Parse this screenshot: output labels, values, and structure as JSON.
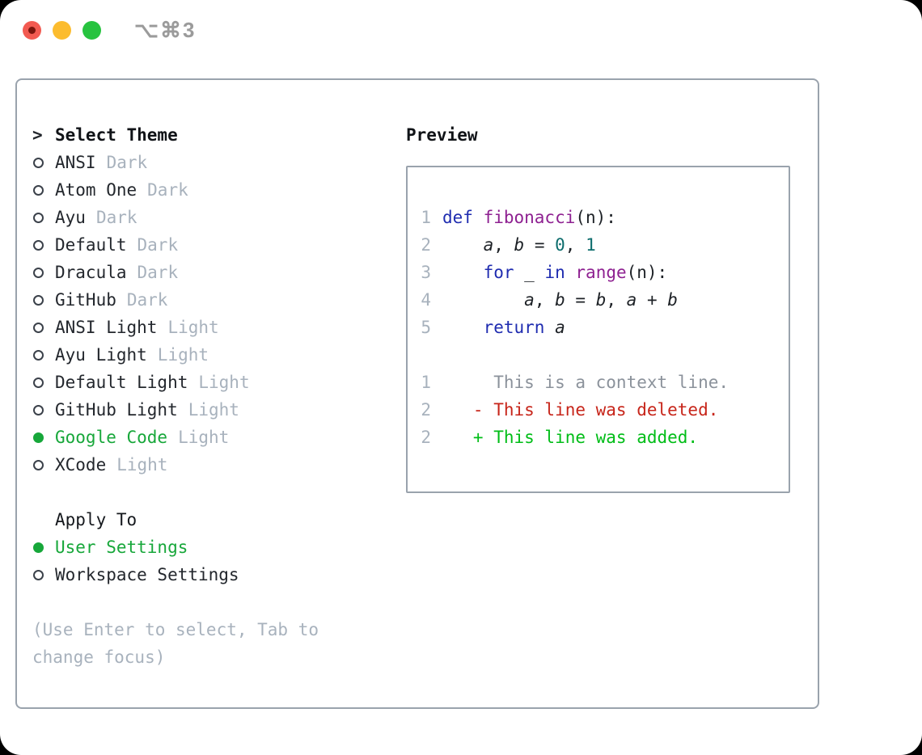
{
  "colors": {
    "selected": "#17a73a",
    "keyword": "#1f2cb0",
    "function": "#8e2191",
    "number": "#0d6d6d",
    "context": "#8b929b",
    "deleted": "#c7251a",
    "added": "#00bd17",
    "muted": "#a8b2bd",
    "border": "#9aa3ad",
    "traffic_red": "#f25a51",
    "traffic_yellow": "#fcbc2e",
    "traffic_green": "#27c33f"
  },
  "titlebar": {
    "title": "⌥⌘3"
  },
  "theme_list": {
    "prompt": ">",
    "header": "Select Theme",
    "items": [
      {
        "name": "ANSI",
        "variant": "Dark",
        "selected": false
      },
      {
        "name": "Atom One",
        "variant": "Dark",
        "selected": false
      },
      {
        "name": "Ayu",
        "variant": "Dark",
        "selected": false
      },
      {
        "name": "Default",
        "variant": "Dark",
        "selected": false
      },
      {
        "name": "Dracula",
        "variant": "Dark",
        "selected": false
      },
      {
        "name": "GitHub",
        "variant": "Dark",
        "selected": false
      },
      {
        "name": "ANSI Light",
        "variant": "Light",
        "selected": false
      },
      {
        "name": "Ayu Light",
        "variant": "Light",
        "selected": false
      },
      {
        "name": "Default Light",
        "variant": "Light",
        "selected": false
      },
      {
        "name": "GitHub Light",
        "variant": "Light",
        "selected": false
      },
      {
        "name": "Google Code",
        "variant": "Light",
        "selected": true
      },
      {
        "name": "XCode",
        "variant": "Light",
        "selected": false
      }
    ]
  },
  "apply_to": {
    "header": "Apply To",
    "options": [
      {
        "label": "User Settings",
        "selected": true
      },
      {
        "label": "Workspace Settings",
        "selected": false
      }
    ]
  },
  "hint": {
    "text": "(Use Enter to select, Tab to change focus)"
  },
  "preview": {
    "header": "Preview",
    "code_lines": [
      {
        "num": "1",
        "tokens": [
          {
            "t": "def ",
            "c": "kw"
          },
          {
            "t": "fibonacci",
            "c": "fn"
          },
          {
            "t": "(n):",
            "c": "pl"
          }
        ]
      },
      {
        "num": "2",
        "tokens": [
          {
            "t": "    ",
            "c": "pl"
          },
          {
            "t": "a",
            "c": "var"
          },
          {
            "t": ", ",
            "c": "pl"
          },
          {
            "t": "b",
            "c": "var"
          },
          {
            "t": " = ",
            "c": "pl"
          },
          {
            "t": "0",
            "c": "num"
          },
          {
            "t": ", ",
            "c": "pl"
          },
          {
            "t": "1",
            "c": "num"
          }
        ]
      },
      {
        "num": "3",
        "tokens": [
          {
            "t": "    ",
            "c": "pl"
          },
          {
            "t": "for",
            "c": "kw"
          },
          {
            "t": " _ ",
            "c": "pl"
          },
          {
            "t": "in",
            "c": "kw"
          },
          {
            "t": " ",
            "c": "pl"
          },
          {
            "t": "range",
            "c": "fn"
          },
          {
            "t": "(n):",
            "c": "pl"
          }
        ]
      },
      {
        "num": "4",
        "tokens": [
          {
            "t": "        ",
            "c": "pl"
          },
          {
            "t": "a",
            "c": "var"
          },
          {
            "t": ", ",
            "c": "pl"
          },
          {
            "t": "b",
            "c": "var"
          },
          {
            "t": " = ",
            "c": "pl"
          },
          {
            "t": "b",
            "c": "var"
          },
          {
            "t": ", ",
            "c": "pl"
          },
          {
            "t": "a",
            "c": "var"
          },
          {
            "t": " + ",
            "c": "pl"
          },
          {
            "t": "b",
            "c": "var"
          }
        ]
      },
      {
        "num": "5",
        "tokens": [
          {
            "t": "    ",
            "c": "pl"
          },
          {
            "t": "return",
            "c": "kw"
          },
          {
            "t": " ",
            "c": "pl"
          },
          {
            "t": "a",
            "c": "var"
          }
        ]
      },
      {
        "num": "",
        "tokens": []
      },
      {
        "num": "1",
        "tokens": [
          {
            "t": "     This is a context line.",
            "c": "ctx"
          }
        ]
      },
      {
        "num": "2",
        "tokens": [
          {
            "t": "   - This line was deleted.",
            "c": "del"
          }
        ]
      },
      {
        "num": "2",
        "tokens": [
          {
            "t": "   + This line was added.",
            "c": "add"
          }
        ]
      }
    ]
  }
}
